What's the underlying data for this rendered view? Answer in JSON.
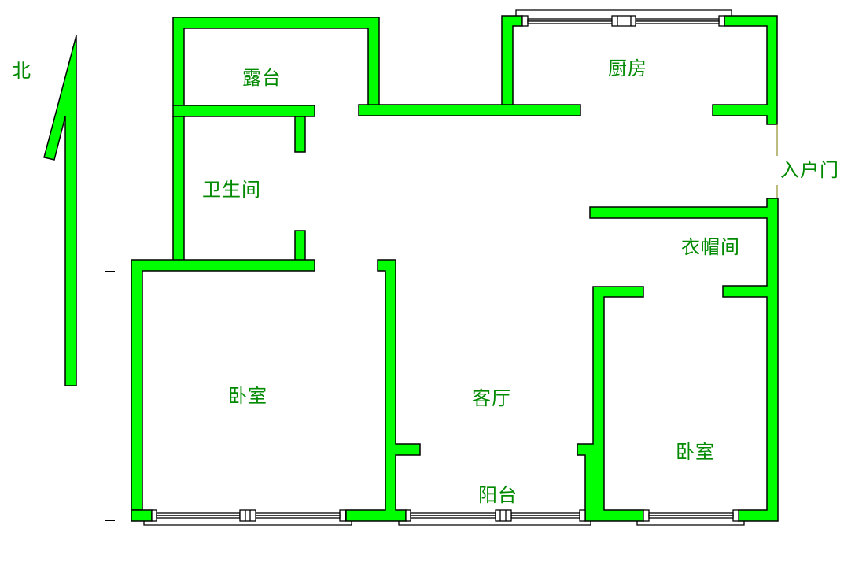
{
  "diagram": {
    "type": "floor-plan",
    "wall_color": "#00FF00",
    "outline_color": "#000000",
    "label_color": "#008A00",
    "compass": {
      "label": "北",
      "direction": "north"
    },
    "rooms": [
      {
        "id": "terrace",
        "label": "露台"
      },
      {
        "id": "kitchen",
        "label": "厨房"
      },
      {
        "id": "bathroom",
        "label": "卫生间"
      },
      {
        "id": "entrance",
        "label": "入户门"
      },
      {
        "id": "cloakroom",
        "label": "衣帽间"
      },
      {
        "id": "bedroom-left",
        "label": "卧室"
      },
      {
        "id": "living-room",
        "label": "客厅"
      },
      {
        "id": "bedroom-right",
        "label": "卧室"
      },
      {
        "id": "balcony",
        "label": "阳台"
      }
    ]
  }
}
